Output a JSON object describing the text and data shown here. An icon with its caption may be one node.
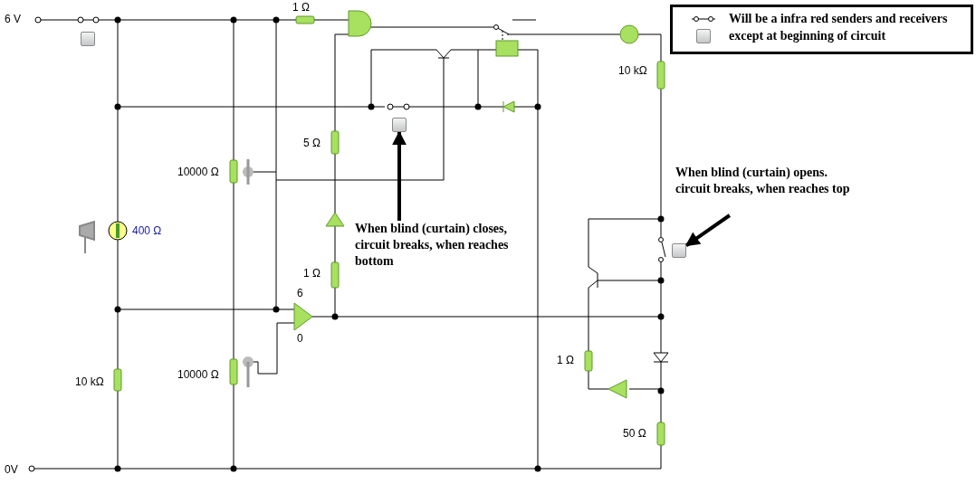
{
  "diagram": {
    "nodes": [
      {
        "text": [],
        "shape": "box"
      },
      {
        "text": [],
        "shape": "box"
      },
      {
        "text": [
          "When blind (curtain) opens. circuit breaks, when reaches top"
        ]
      },
      {
        "text": [
          "When blind (curtain) closes, circuit breaks, when reaches bottom"
        ]
      },
      {
        "text": [],
        "shape": "box"
      }
    ],
    "edges": [
      {
        "from": 3,
        "to": 1,
        "arrow": "to"
      },
      {
        "from": 2,
        "to": 4,
        "arrow": "to"
      }
    ],
    "labels": [
      "1 Ω",
      "6 V",
      "10 kΩ",
      "5 Ω",
      "10000 Ω",
      "400 Ω",
      "1 Ω",
      "6",
      "0",
      "1 Ω",
      "10000 Ω",
      "10 kΩ",
      "50 Ω",
      "0V"
    ],
    "legend": [
      {
        "text": "Will be a infra red senders and receivers"
      },
      {
        "text": "except at beginning of circuit"
      }
    ]
  }
}
